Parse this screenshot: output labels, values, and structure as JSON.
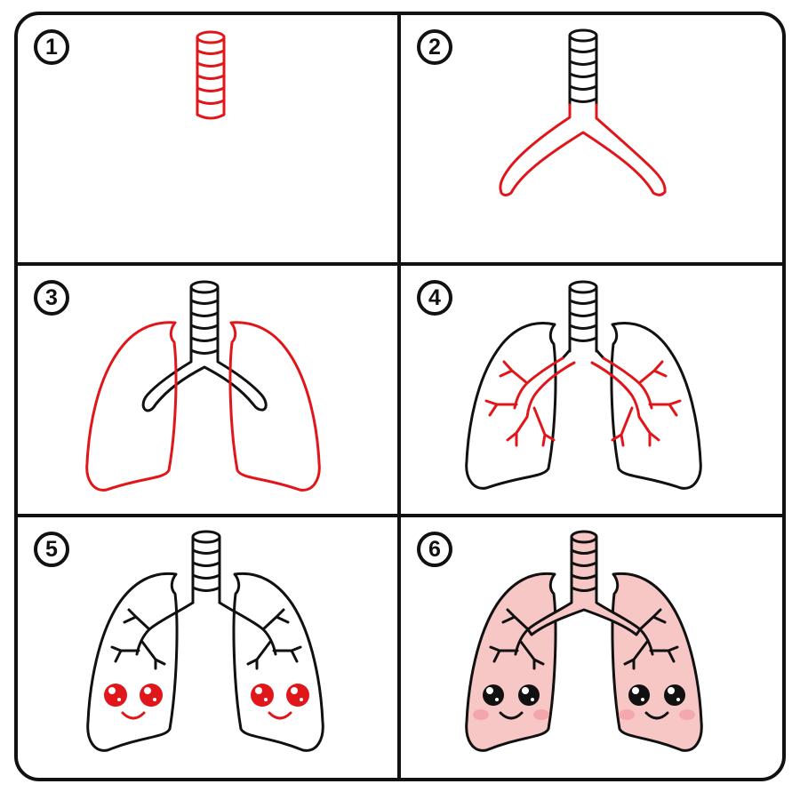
{
  "steps": [
    {
      "number": "1"
    },
    {
      "number": "2"
    },
    {
      "number": "3"
    },
    {
      "number": "4"
    },
    {
      "number": "5"
    },
    {
      "number": "6"
    }
  ],
  "colors": {
    "outline": "#111111",
    "highlight": "#e0161b",
    "background": "#ffffff",
    "lung_fill": "#f7c7c6",
    "lung_shade": "#f0a9a8",
    "cheek": "#f4a3ab"
  },
  "icons": [
    "trachea-icon",
    "bronchi-icon",
    "lung-outline-icon",
    "bronchiole-branches-icon",
    "smiling-face-icon"
  ]
}
